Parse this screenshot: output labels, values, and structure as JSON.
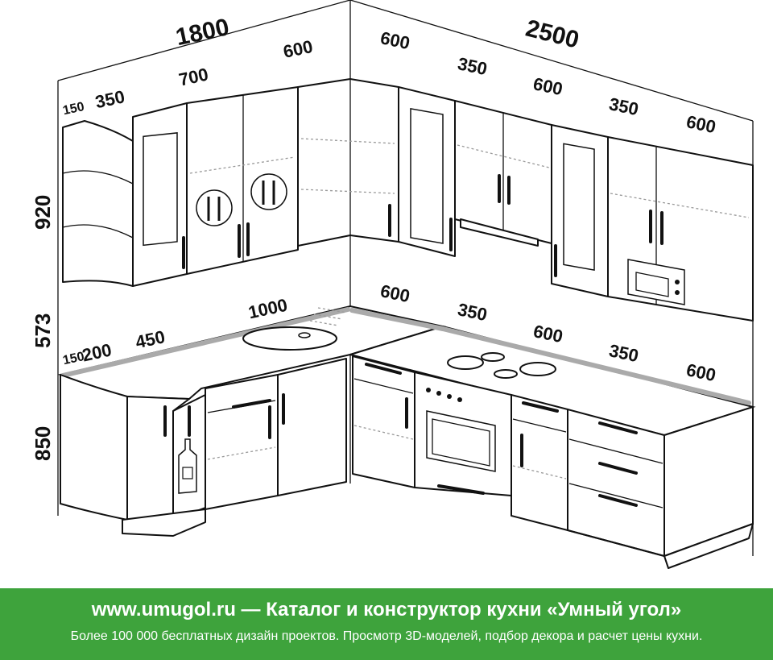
{
  "dimensions": {
    "upper_left_total": "1800",
    "upper_right_total": "2500",
    "upper_left": [
      "150",
      "350",
      "700",
      "600"
    ],
    "upper_right": [
      "600",
      "350",
      "600",
      "350",
      "600"
    ],
    "heights": [
      "920",
      "573",
      "850"
    ],
    "lower_left": [
      "150",
      "200",
      "450",
      "1000"
    ],
    "lower_right": [
      "600",
      "350",
      "600",
      "350",
      "600"
    ]
  },
  "banner": {
    "line1": "www.umugol.ru — Каталог и конструктор кухни «Умный угол»",
    "line2": "Более 100 000 бесплатных дизайн проектов. Просмотр 3D-моделей, подбор декора и расчет цены кухни."
  },
  "colors": {
    "banner_bg": "#3ea33c",
    "banner_text": "#ffffff",
    "lines": "#111111"
  }
}
